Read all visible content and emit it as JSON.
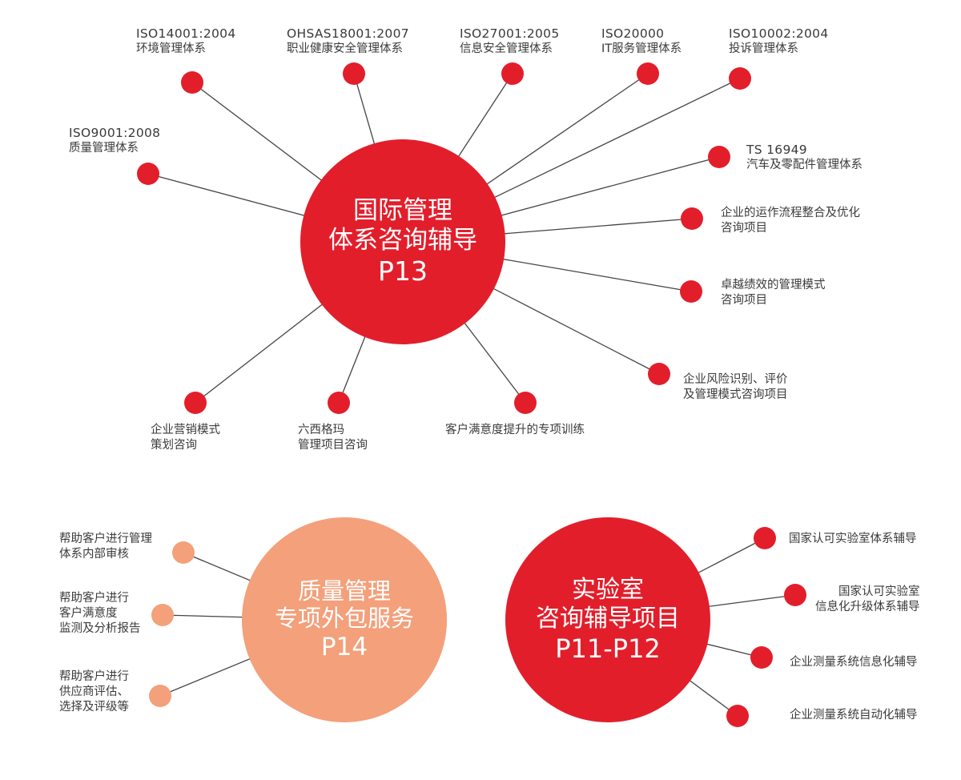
{
  "colors": {
    "primary": "#e31e2b",
    "secondary": "#f3a07b",
    "line": "#444444",
    "text": "#3a3a3a"
  },
  "hubs": {
    "intl": [
      "国际管理",
      "体系咨询辅导",
      "P13"
    ],
    "quality": [
      "质量管理",
      "专项外包服务",
      "P14"
    ],
    "lab": [
      "实验室",
      "咨询辅导项目",
      "P11-P12"
    ]
  },
  "intl_items": [
    {
      "code": "ISO14001:2004",
      "text": "环境管理体系"
    },
    {
      "code": "OHSAS18001:2007",
      "text": "职业健康安全管理体系"
    },
    {
      "code": "ISO27001:2005",
      "text": "信息安全管理体系"
    },
    {
      "code": "ISO20000",
      "text": "IT服务管理体系"
    },
    {
      "code": "ISO10002:2004",
      "text": "投诉管理体系"
    },
    {
      "code": "ISO9001:2008",
      "text": "质量管理体系"
    },
    {
      "code": "TS 16949",
      "text": "汽车及零配件管理体系"
    },
    {
      "lines": [
        "企业的运作流程整合及优化",
        "咨询项目"
      ]
    },
    {
      "lines": [
        "卓越绩效的管理模式",
        "咨询项目"
      ]
    },
    {
      "lines": [
        "企业风险识别、评价",
        "及管理模式咨询项目"
      ]
    },
    {
      "lines": [
        "企业营销模式",
        "策划咨询"
      ]
    },
    {
      "lines": [
        "六西格玛",
        "管理项目咨询"
      ]
    },
    {
      "lines": [
        "客户满意度提升的专项训练"
      ]
    }
  ],
  "quality_items": [
    {
      "lines": [
        "帮助客户进行管理",
        "体系内部审核"
      ]
    },
    {
      "lines": [
        "帮助客户进行",
        "客户满意度",
        "监测及分析报告"
      ]
    },
    {
      "lines": [
        "帮助客户进行",
        "供应商评估、",
        "选择及评级等"
      ]
    }
  ],
  "lab_items": [
    {
      "lines": [
        "国家认可实验室体系辅导"
      ]
    },
    {
      "lines": [
        "国家认可实验室",
        "信息化升级体系辅导"
      ]
    },
    {
      "lines": [
        "企业测量系统信息化辅导"
      ]
    },
    {
      "lines": [
        "企业测量系统自动化辅导"
      ]
    }
  ]
}
